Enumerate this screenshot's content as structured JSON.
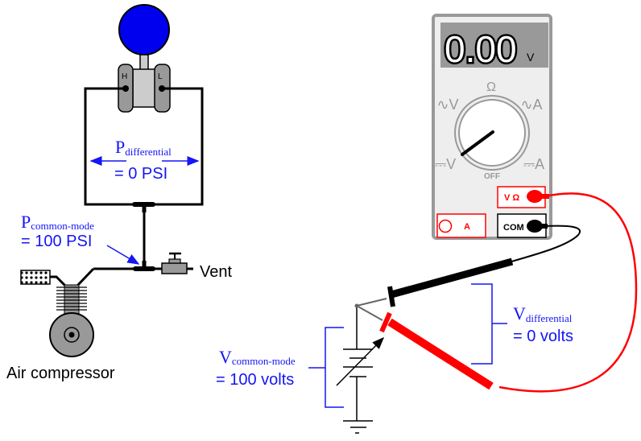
{
  "pressure": {
    "gauge_labels": {
      "high": "H",
      "low": "L"
    },
    "differential": {
      "symbol": "P",
      "subscript": "differential",
      "value": "= 0 PSI"
    },
    "common_mode": {
      "symbol": "P",
      "subscript": "common-mode",
      "value": "= 100 PSI"
    },
    "vent_label": "Vent",
    "compressor_label": "Air compressor"
  },
  "multimeter": {
    "display_value": "0.00",
    "display_unit": "V",
    "dial_labels": {
      "ohm": "Ω",
      "ac_volts": "∿V",
      "ac_amps": "∿A",
      "dc_volts": "⎓V",
      "dc_amps": "⎓A",
      "off": "OFF"
    },
    "jacks": {
      "volt_ohm": "V Ω",
      "amps": "A",
      "common": "COM"
    }
  },
  "voltage": {
    "differential": {
      "symbol": "V",
      "subscript": "differential",
      "value": "= 0 volts"
    },
    "common_mode": {
      "symbol": "V",
      "subscript": "common-mode",
      "value": "= 100 volts"
    }
  },
  "colors": {
    "annotation": "#1515f5",
    "gauge_face": "#0000ee",
    "red_lead": "#ff0000",
    "black_lead": "#000000"
  }
}
